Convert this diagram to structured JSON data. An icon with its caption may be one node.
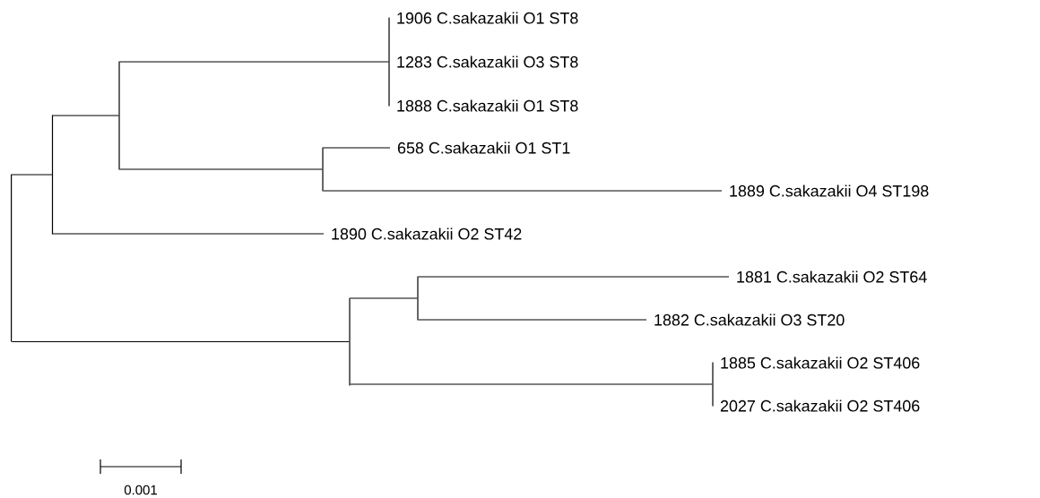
{
  "diagram": {
    "nodes": [
      {
        "text": [],
        "shape": "bar"
      },
      {
        "text": [],
        "shape": "bar"
      },
      {
        "text": [],
        "shape": "bar"
      },
      {
        "text": [],
        "shape": "bar",
        "beside": [
          "1906 C.sakazakii O1 ST8",
          "1283 C.sakazakii O3 ST8",
          "1888 C.sakazakii O1 ST8"
        ]
      },
      {
        "text": [],
        "shape": "bar"
      },
      {
        "text": [
          "658 C.sakazakii O1 ST1"
        ]
      },
      {
        "text": [
          "1889 C.sakazakii O4 ST198"
        ]
      },
      {
        "text": [
          "1890 C.sakazakii O2 ST42"
        ]
      },
      {
        "text": [],
        "shape": "bar"
      },
      {
        "text": [],
        "shape": "bar"
      },
      {
        "text": [
          "1881 C.sakazakii O2 ST64"
        ]
      },
      {
        "text": [
          "1882 C.sakazakii O3 ST20"
        ]
      },
      {
        "text": [],
        "shape": "bar",
        "beside": [
          "1885 C.sakazakii O2 ST406",
          "2027 C.sakazakii O2 ST406"
        ]
      }
    ],
    "edges": [
      {
        "from": 0,
        "to": 1,
        "arrow": "none"
      },
      {
        "from": 1,
        "to": 2,
        "arrow": "none"
      },
      {
        "from": 2,
        "to": 3,
        "arrow": "none"
      },
      {
        "from": 2,
        "to": 4,
        "arrow": "none"
      },
      {
        "from": 4,
        "to": 5,
        "arrow": "none"
      },
      {
        "from": 4,
        "to": 6,
        "arrow": "none"
      },
      {
        "from": 1,
        "to": 7,
        "arrow": "none"
      },
      {
        "from": 0,
        "to": 8,
        "arrow": "none"
      },
      {
        "from": 8,
        "to": 9,
        "arrow": "none"
      },
      {
        "from": 9,
        "to": 10,
        "arrow": "none"
      },
      {
        "from": 9,
        "to": 11,
        "arrow": "none"
      },
      {
        "from": 8,
        "to": 12,
        "arrow": "none"
      }
    ],
    "labels": [
      "0.001"
    ]
  }
}
